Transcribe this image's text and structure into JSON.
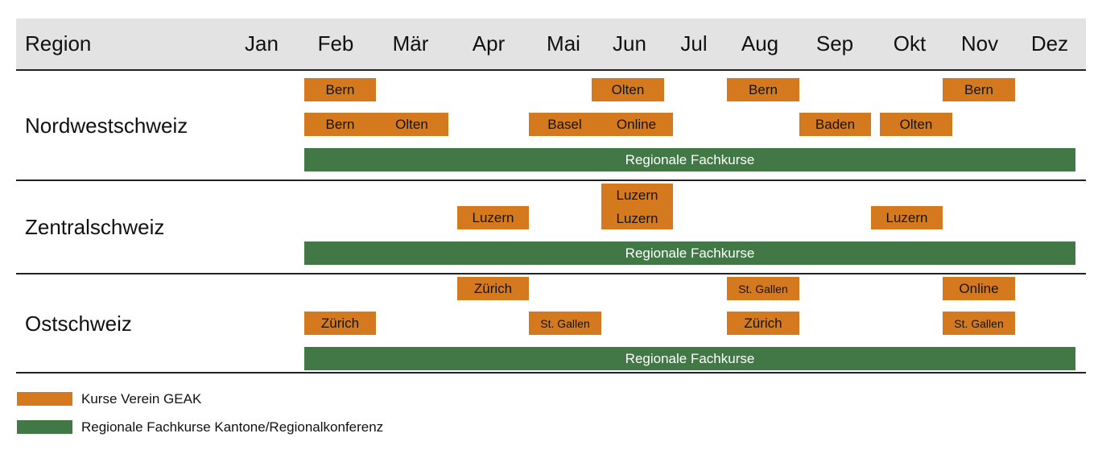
{
  "header": {
    "region_label": "Region",
    "months": [
      "Jan",
      "Feb",
      "Mär",
      "Apr",
      "Mai",
      "Jun",
      "Jul",
      "Aug",
      "Sep",
      "Okt",
      "Nov",
      "Dez"
    ]
  },
  "regions": [
    {
      "name": "Nordwestschweiz",
      "row1": [
        "Bern",
        "Olten",
        "Bern",
        "Bern"
      ],
      "row2": [
        "Bern",
        "Olten",
        "Basel",
        "Online",
        "Baden",
        "Olten"
      ],
      "fachkurse": "Regionale Fachkurse"
    },
    {
      "name": "Zentralschweiz",
      "row1": [
        "Luzern",
        "Luzern",
        "Luzern",
        "Luzern"
      ],
      "fachkurse": "Regionale Fachkurse"
    },
    {
      "name": "Ostschweiz",
      "row1": [
        "Zürich",
        "St. Gallen",
        "Online"
      ],
      "row2": [
        "Zürich",
        "St. Gallen",
        "Zürich",
        "St. Gallen"
      ],
      "fachkurse": "Regionale Fachkurse"
    }
  ],
  "legend": {
    "geak": "Kurse Verein GEAK",
    "regional": "Regionale Fachkurse Kantone/Regionalkonferenz"
  },
  "colors": {
    "geak": "#d5791f",
    "regional": "#427846",
    "header_bg": "#e3e3e3"
  }
}
